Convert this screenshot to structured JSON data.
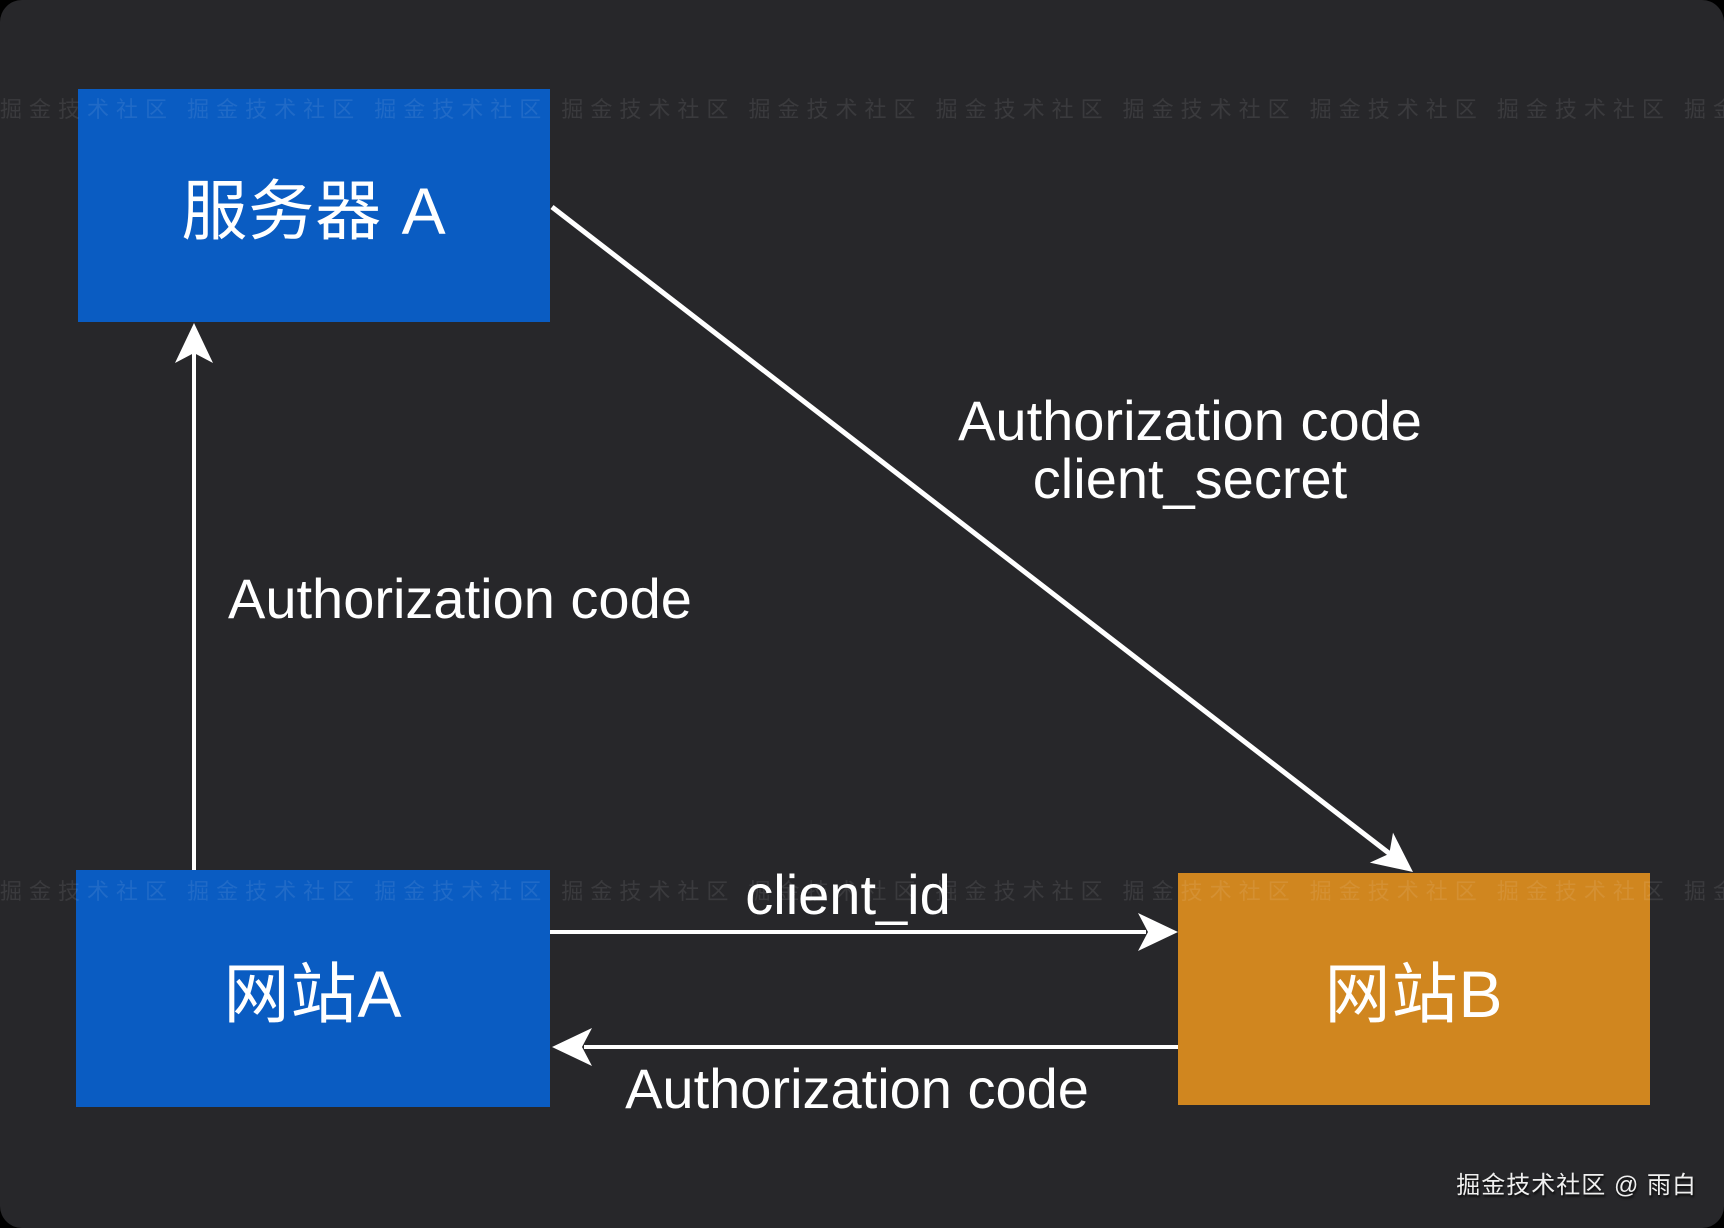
{
  "canvas": {
    "background": "#000000",
    "surface_color": "#27272a"
  },
  "colors": {
    "node_blue": "#0a5cc2",
    "node_orange": "#d0861f",
    "arrow": "#ffffff",
    "label_text": "#ffffff"
  },
  "nodes": [
    {
      "id": "server-a",
      "label": "服务器 A",
      "color": "#0a5cc2"
    },
    {
      "id": "site-a",
      "label": "网站A",
      "color": "#0a5cc2"
    },
    {
      "id": "site-b",
      "label": "网站B",
      "color": "#d0861f"
    }
  ],
  "edges": [
    {
      "id": "site-a-to-server-a",
      "label": "Authorization code"
    },
    {
      "id": "server-a-to-site-b",
      "label_line1": "Authorization code",
      "label_line2": "client_secret"
    },
    {
      "id": "site-a-to-site-b",
      "label": "client_id"
    },
    {
      "id": "site-b-to-site-a",
      "label": "Authorization code"
    }
  ],
  "watermark": {
    "credit": "掘金技术社区 @ 雨白",
    "tile": "掘金技术社区"
  }
}
